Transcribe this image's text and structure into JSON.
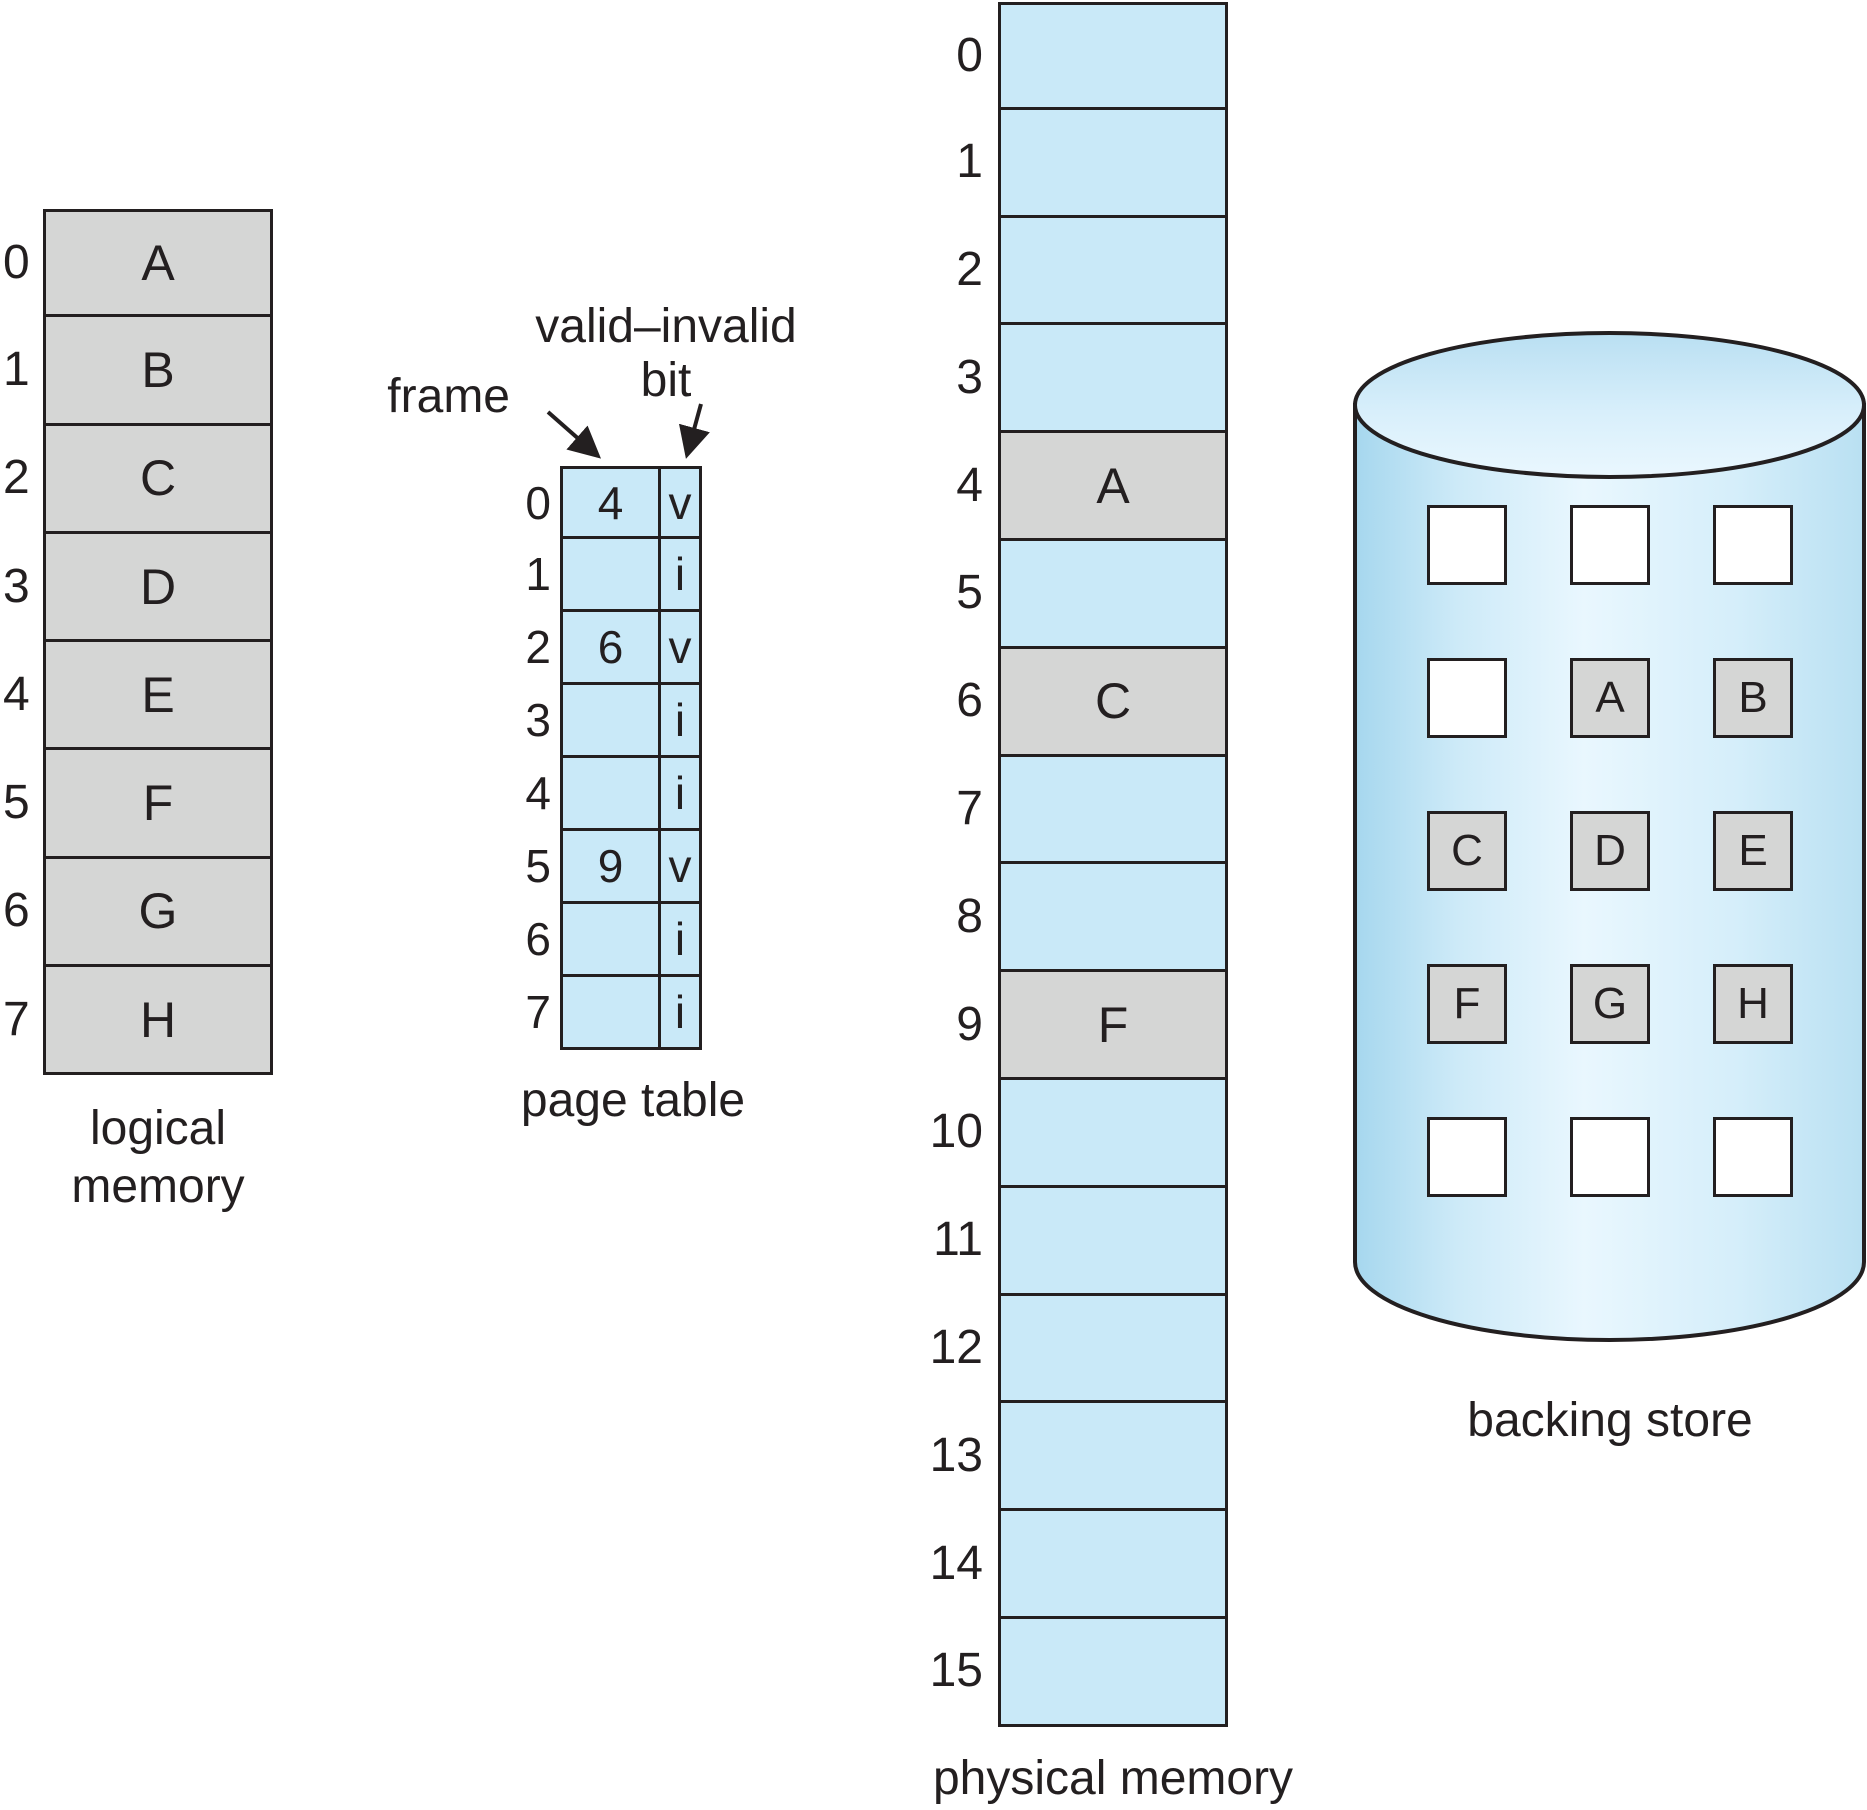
{
  "colors": {
    "cell_blue": "#c9e9f8",
    "cell_gray": "#d5d6d5",
    "line": "#231f20"
  },
  "logical_memory": {
    "label_line1": "logical",
    "label_line2": "memory",
    "rows": [
      {
        "index": "0",
        "value": "A"
      },
      {
        "index": "1",
        "value": "B"
      },
      {
        "index": "2",
        "value": "C"
      },
      {
        "index": "3",
        "value": "D"
      },
      {
        "index": "4",
        "value": "E"
      },
      {
        "index": "5",
        "value": "F"
      },
      {
        "index": "6",
        "value": "G"
      },
      {
        "index": "7",
        "value": "H"
      }
    ]
  },
  "page_table": {
    "label": "page table",
    "frame_header": "frame",
    "bit_header_line1": "valid–invalid",
    "bit_header_line2": "bit",
    "rows": [
      {
        "index": "0",
        "frame": "4",
        "bit": "v"
      },
      {
        "index": "1",
        "frame": "",
        "bit": "i"
      },
      {
        "index": "2",
        "frame": "6",
        "bit": "v"
      },
      {
        "index": "3",
        "frame": "",
        "bit": "i"
      },
      {
        "index": "4",
        "frame": "",
        "bit": "i"
      },
      {
        "index": "5",
        "frame": "9",
        "bit": "v"
      },
      {
        "index": "6",
        "frame": "",
        "bit": "i"
      },
      {
        "index": "7",
        "frame": "",
        "bit": "i"
      }
    ]
  },
  "physical_memory": {
    "label": "physical memory",
    "rows": [
      {
        "index": "0",
        "value": ""
      },
      {
        "index": "1",
        "value": ""
      },
      {
        "index": "2",
        "value": ""
      },
      {
        "index": "3",
        "value": ""
      },
      {
        "index": "4",
        "value": "A"
      },
      {
        "index": "5",
        "value": ""
      },
      {
        "index": "6",
        "value": "C"
      },
      {
        "index": "7",
        "value": ""
      },
      {
        "index": "8",
        "value": ""
      },
      {
        "index": "9",
        "value": "F"
      },
      {
        "index": "10",
        "value": ""
      },
      {
        "index": "11",
        "value": ""
      },
      {
        "index": "12",
        "value": ""
      },
      {
        "index": "13",
        "value": ""
      },
      {
        "index": "14",
        "value": ""
      },
      {
        "index": "15",
        "value": ""
      }
    ]
  },
  "backing_store": {
    "label": "backing store",
    "cells": [
      [
        "",
        "",
        ""
      ],
      [
        "",
        "A",
        "B"
      ],
      [
        "C",
        "D",
        "E"
      ],
      [
        "F",
        "G",
        "H"
      ],
      [
        "",
        "",
        ""
      ]
    ]
  }
}
